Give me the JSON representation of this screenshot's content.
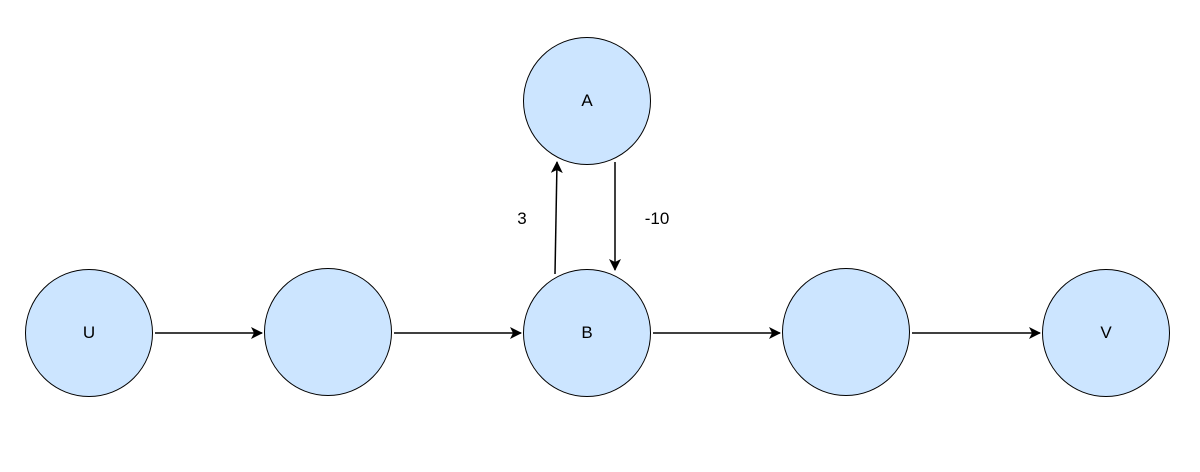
{
  "diagram": {
    "node_fill": "#cce5ff",
    "stroke_color": "#000000",
    "nodes": [
      {
        "id": "u",
        "label": "U"
      },
      {
        "id": "n1",
        "label": ""
      },
      {
        "id": "b",
        "label": "B"
      },
      {
        "id": "n2",
        "label": ""
      },
      {
        "id": "v",
        "label": "V"
      },
      {
        "id": "a",
        "label": "A"
      }
    ],
    "edges": [
      {
        "id": "u-n1",
        "from": "U",
        "to": "",
        "label": ""
      },
      {
        "id": "n1-b",
        "from": "",
        "to": "B",
        "label": ""
      },
      {
        "id": "b-n2",
        "from": "B",
        "to": "",
        "label": ""
      },
      {
        "id": "n2-v",
        "from": "",
        "to": "V",
        "label": ""
      },
      {
        "id": "b-a",
        "from": "B",
        "to": "A",
        "label": "3"
      },
      {
        "id": "a-b",
        "from": "A",
        "to": "B",
        "label": "-10"
      }
    ]
  }
}
